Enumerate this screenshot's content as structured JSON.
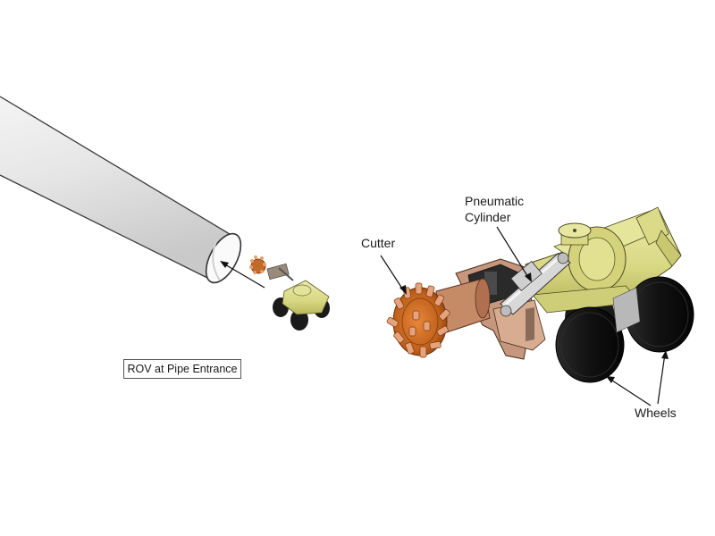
{
  "caption": "ROV at Pipe Entrance",
  "labels": {
    "cutter": "Cutter",
    "pneumatic_line1": "Pneumatic",
    "pneumatic_line2": "Cylinder",
    "wheels": "Wheels"
  },
  "colors": {
    "pipe_body": "#e9e9e9",
    "pipe_edge": "#3a3a3a",
    "body_yellow": "#dede8e",
    "cutter_orange": "#c86a1e",
    "cutter_teeth": "#e09060",
    "wheel_black": "#151515",
    "frame_brown": "#b98a6e",
    "cylinder_grey": "#c8c8c8"
  },
  "icons": [
    "pipe-shape",
    "rov-small-icon",
    "rov-large-icon",
    "cutter-head-icon",
    "wheel-icon",
    "pneumatic-cylinder-icon"
  ]
}
